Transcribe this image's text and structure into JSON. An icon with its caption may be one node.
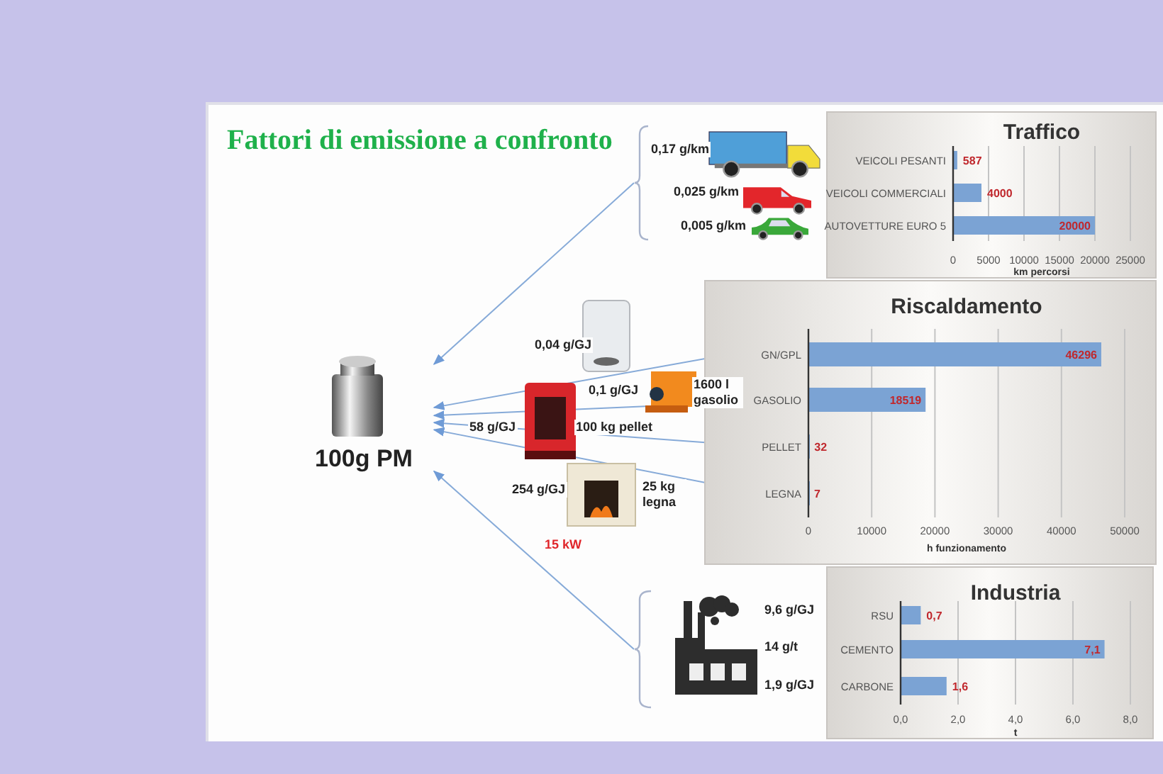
{
  "diagram": {
    "title": "Fattori di emissione a confronto",
    "nodes": [
      {
        "text": [],
        "shape": "bracket"
      },
      {
        "text": [
          "100g PM"
        ]
      },
      {
        "text": [],
        "shape": "bracket"
      }
    ],
    "edges": [
      {
        "from": 0,
        "to": 1,
        "arrow": "to"
      },
      {
        "from": null,
        "to": 1,
        "arrow": "to"
      },
      {
        "from": null,
        "to": 1,
        "arrow": "to"
      },
      {
        "from": null,
        "to": 1,
        "arrow": "to"
      },
      {
        "from": null,
        "to": 1,
        "arrow": "to"
      },
      {
        "from": 2,
        "to": 1,
        "arrow": "to"
      }
    ],
    "labels": [
      "0,17 g/km",
      "0,025 g/km",
      "0,005 g/km",
      "0,04 g/GJ",
      "0,1 g/GJ",
      "1600 l gasolio",
      "58 g/GJ",
      "100 kg pellet",
      "254 g/GJ",
      "25 kg legna",
      "15 kW",
      "9,6 g/GJ",
      "14 g/t",
      "1,9 g/GJ"
    ],
    "chart_data": [
      {
        "type": "bar",
        "orientation": "horizontal",
        "title": "Traffico",
        "xlabel": "km percorsi",
        "categories": [
          "VEICOLI PESANTI",
          "VEICOLI COMMERCIALI",
          "AUTOVETTURE EURO 5"
        ],
        "series": [
          {
            "color": "#7ba3d4",
            "values": [
              587,
              4000,
              20000
            ]
          }
        ],
        "xlim": [
          0,
          25000
        ],
        "xticks": [
          0,
          5000,
          10000,
          15000,
          20000,
          25000
        ],
        "grid": true,
        "data_labels": true
      },
      {
        "type": "bar",
        "orientation": "horizontal",
        "title": "Riscaldamento",
        "xlabel": "h funzionamento",
        "categories": [
          "GN/GPL",
          "GASOLIO",
          "PELLET",
          "LEGNA"
        ],
        "series": [
          {
            "color": "#7ba3d4",
            "values": [
              46296,
              18519,
              32,
              7
            ]
          }
        ],
        "xlim": [
          0,
          50000
        ],
        "xticks": [
          0,
          10000,
          20000,
          30000,
          40000,
          50000
        ],
        "grid": true,
        "data_labels": true
      },
      {
        "type": "bar",
        "orientation": "horizontal",
        "title": "Industria",
        "xlabel": "t",
        "categories": [
          "RSU",
          "CEMENTO",
          "CARBONE"
        ],
        "series": [
          {
            "color": "#7ba3d4",
            "values": [
              0.7,
              7.1,
              1.6
            ]
          }
        ],
        "xlim": [
          0,
          8
        ],
        "grid": true,
        "xticks": [
          {
            "value": 0,
            "label": "0,0"
          },
          {
            "value": 2,
            "label": "2,0"
          },
          {
            "value": 4,
            "label": "4,0"
          },
          {
            "value": 6,
            "label": "6,0"
          },
          {
            "value": 8,
            "label": "8,0"
          }
        ],
        "value_labels": [
          "0,7",
          "7,1",
          "1,6"
        ]
      }
    ]
  }
}
